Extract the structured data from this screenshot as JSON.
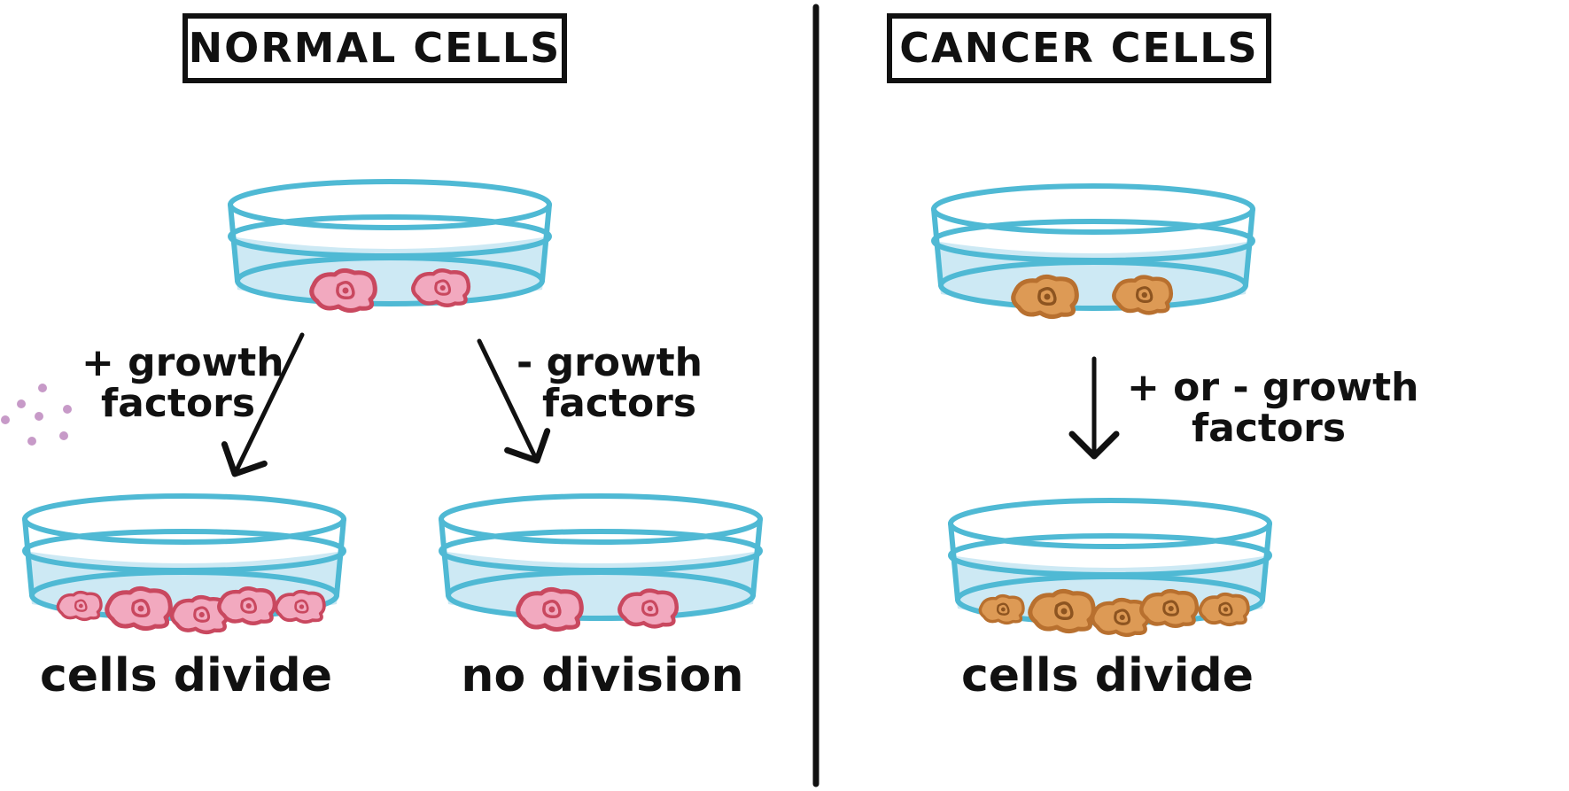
{
  "normal_panel": {
    "title": "NORMAL CELLS",
    "left_branch": {
      "annotation_line1": "+ growth",
      "annotation_line2": "factors",
      "result": "cells divide"
    },
    "right_branch": {
      "annotation_line1": "- growth",
      "annotation_line2": "factors",
      "result": "no division"
    }
  },
  "cancer_panel": {
    "title": "CANCER CELLS",
    "branch": {
      "annotation_line1": "+ or - growth",
      "annotation_line2": "factors",
      "result": "cells divide"
    }
  },
  "colors": {
    "dish_stroke": "#4fb9d4",
    "dish_fill": "#cde9f4",
    "normal_cell_fill": "#f2a9bf",
    "normal_cell_stroke": "#c9485f",
    "cancer_cell_fill": "#dd9a55",
    "cancer_cell_stroke": "#b8702f",
    "growth_factor_dots": "#c79ac8",
    "ink": "#111111"
  }
}
